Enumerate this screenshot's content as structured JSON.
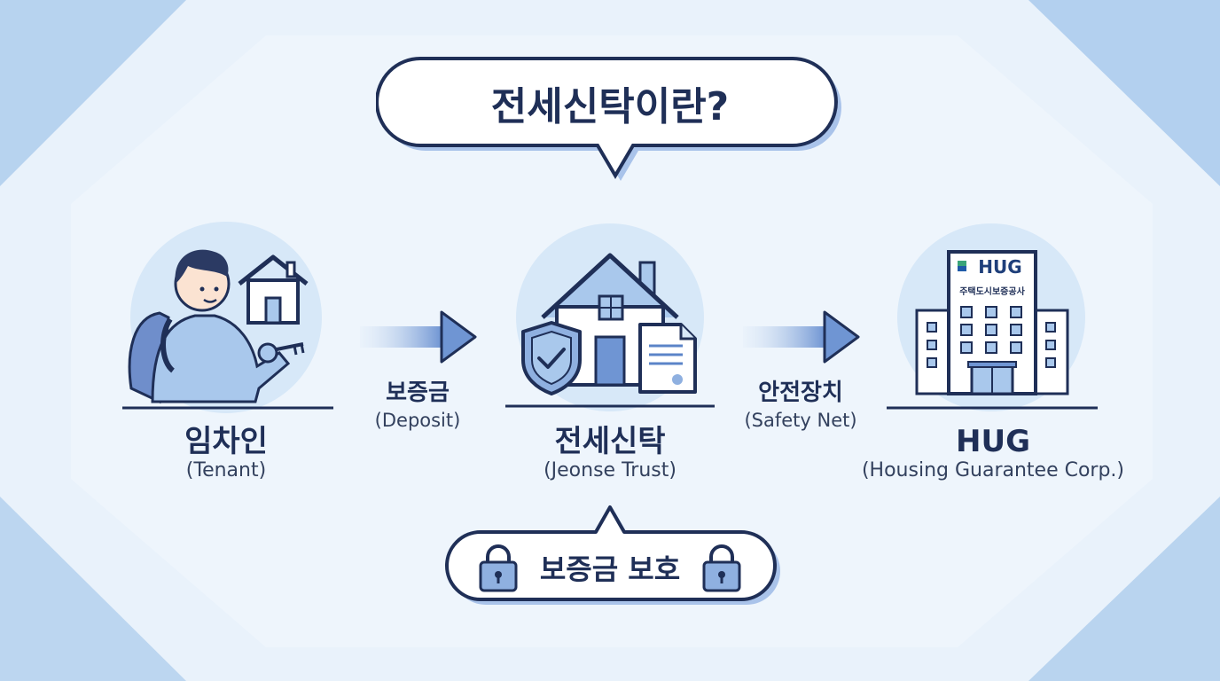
{
  "title": "전세신탁이란?",
  "nodes": [
    {
      "name_ko": "임차인",
      "name_en": "(Tenant)"
    },
    {
      "name_ko": "전세신탁",
      "name_en": "(Jeonse Trust)"
    },
    {
      "name_ko": "HUG",
      "name_en": "(Housing Guarantee Corp.)"
    }
  ],
  "arrows": [
    {
      "label_ko": "보증금",
      "label_en": "(Deposit)"
    },
    {
      "label_ko": "안전장치",
      "label_en": "(Safety Net)"
    }
  ],
  "hug_sign": {
    "logo": "HUG",
    "name": "주택도시보증공사"
  },
  "protection_badge": "보증금 보호",
  "colors": {
    "navy": "#1f2f57",
    "blue": "#5b84c8",
    "light_blue": "#a9c8ec",
    "circle_bg": "#d7e8f8",
    "hug_green": "#3aa47a"
  }
}
